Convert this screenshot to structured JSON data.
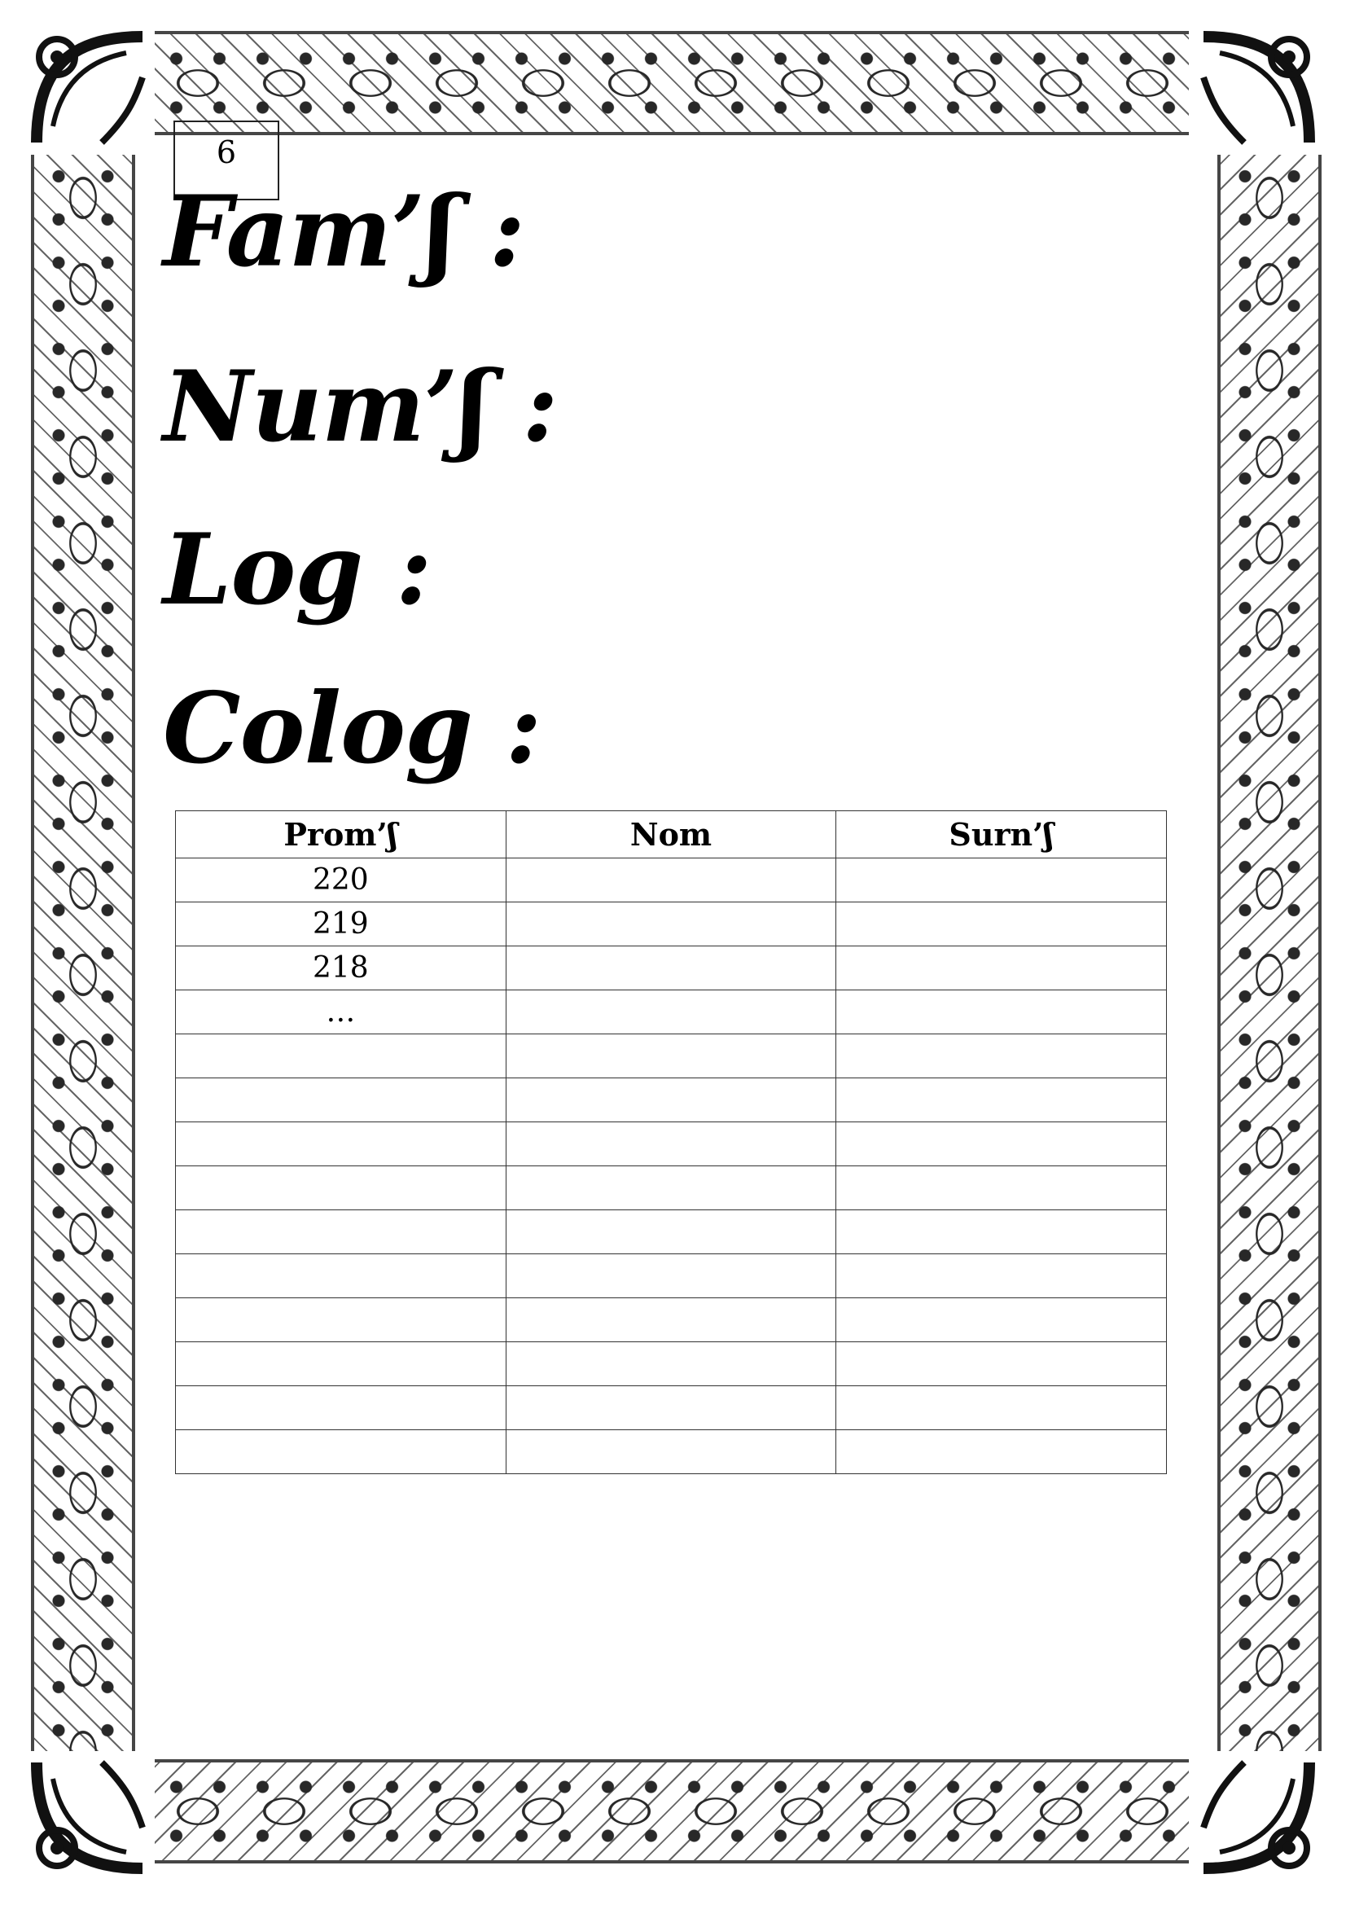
{
  "page_number": "6",
  "headings": {
    "fams": "Fam’ʃ  :",
    "nums": "Num’ʃ  :",
    "log": "Log :",
    "colog": "Colog :"
  },
  "table": {
    "columns": [
      "Prom’ʃ",
      "Nom",
      "Surn’ʃ"
    ],
    "rows": [
      [
        "220",
        "",
        ""
      ],
      [
        "219",
        "",
        ""
      ],
      [
        "218",
        "",
        ""
      ],
      [
        "…",
        "",
        ""
      ],
      [
        "",
        "",
        ""
      ],
      [
        "",
        "",
        ""
      ],
      [
        "",
        "",
        ""
      ],
      [
        "",
        "",
        ""
      ],
      [
        "",
        "",
        ""
      ],
      [
        "",
        "",
        ""
      ],
      [
        "",
        "",
        ""
      ],
      [
        "",
        "",
        ""
      ],
      [
        "",
        "",
        ""
      ],
      [
        "",
        "",
        ""
      ]
    ]
  },
  "icons": {
    "border": "ornamental-scroll-border",
    "corner": "flourish-corner-ornament"
  },
  "colors": {
    "ink": "#000000",
    "paper": "#ffffff"
  }
}
